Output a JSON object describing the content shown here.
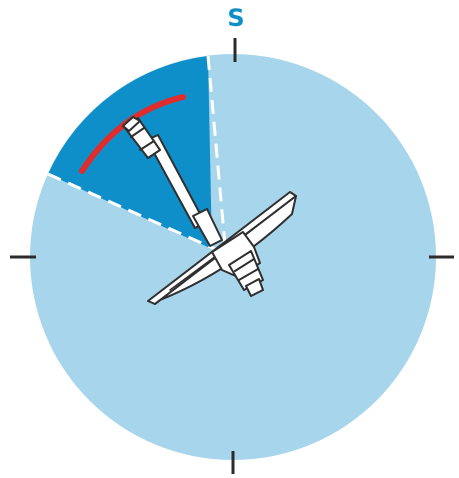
{
  "compass": {
    "south_label": "S"
  },
  "colors": {
    "disc": "#a7d5eb",
    "sector": "#0f8fc9",
    "arc": "#e02c2c",
    "label": "#0f8fc9",
    "tick": "#2b2b2b",
    "dashes": "#ffffff",
    "device": "#2f2f2f",
    "device_fill": "#ffffff"
  },
  "icons": {
    "disc": "compass-disc",
    "sector": "coverage-sector",
    "arc": "red-arc",
    "device": "satellite-dish-icon"
  }
}
